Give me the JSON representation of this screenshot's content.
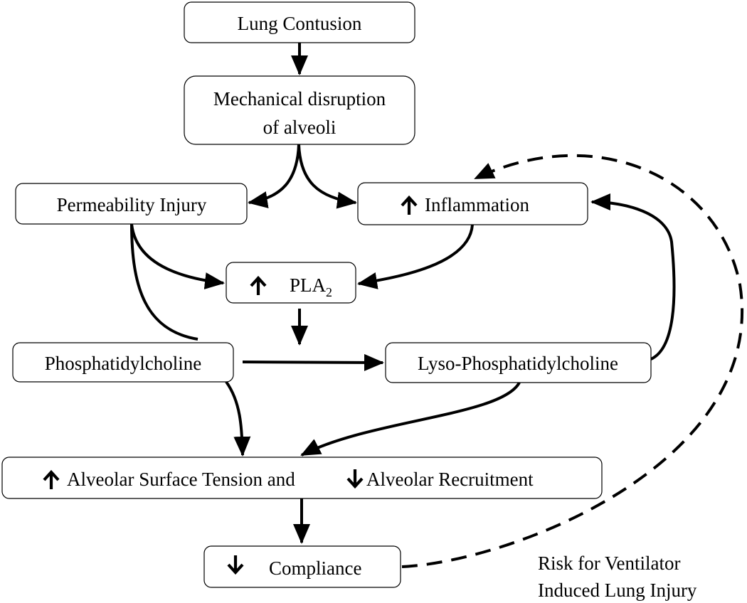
{
  "nodes": {
    "lung_contusion": {
      "label": "Lung Contusion"
    },
    "mechanical_disruption": {
      "line1": "Mechanical disruption",
      "line2": "of alveoli"
    },
    "permeability_injury": {
      "label": "Permeability Injury"
    },
    "inflammation": {
      "label": "Inflammation",
      "direction": "up"
    },
    "pla2": {
      "label": "PLA",
      "subscript": "2",
      "direction": "up"
    },
    "phosphatidylcholine": {
      "label": "Phosphatidylcholine"
    },
    "lyso_phosphatidylcholine": {
      "label": "Lyso-Phosphatidylcholine"
    },
    "surface_tension": {
      "part1": "Alveolar Surface Tension and",
      "part1_direction": "up",
      "part2": "Alveolar Recruitment",
      "part2_direction": "down"
    },
    "compliance": {
      "label": "Compliance",
      "direction": "down"
    }
  },
  "annotation": {
    "line1": "Risk for Ventilator",
    "line2": "Induced Lung Injury"
  },
  "edges": [
    {
      "from": "lung_contusion",
      "to": "mechanical_disruption",
      "style": "solid"
    },
    {
      "from": "mechanical_disruption",
      "to": "permeability_injury",
      "style": "solid"
    },
    {
      "from": "mechanical_disruption",
      "to": "inflammation",
      "style": "solid"
    },
    {
      "from": "permeability_injury",
      "to": "pla2",
      "style": "solid"
    },
    {
      "from": "inflammation",
      "to": "pla2",
      "style": "solid"
    },
    {
      "from": "permeability_injury",
      "to": "phosphatidylcholine",
      "style": "solid"
    },
    {
      "from": "pla2",
      "to": "phosphatidylcholine-conversion",
      "style": "solid"
    },
    {
      "from": "phosphatidylcholine",
      "to": "lyso_phosphatidylcholine",
      "style": "solid"
    },
    {
      "from": "lyso_phosphatidylcholine",
      "to": "inflammation",
      "style": "solid"
    },
    {
      "from": "phosphatidylcholine",
      "to": "surface_tension",
      "style": "solid"
    },
    {
      "from": "lyso_phosphatidylcholine",
      "to": "surface_tension",
      "style": "solid"
    },
    {
      "from": "surface_tension",
      "to": "compliance",
      "style": "solid"
    },
    {
      "from": "compliance",
      "to": "inflammation",
      "style": "dashed"
    }
  ]
}
